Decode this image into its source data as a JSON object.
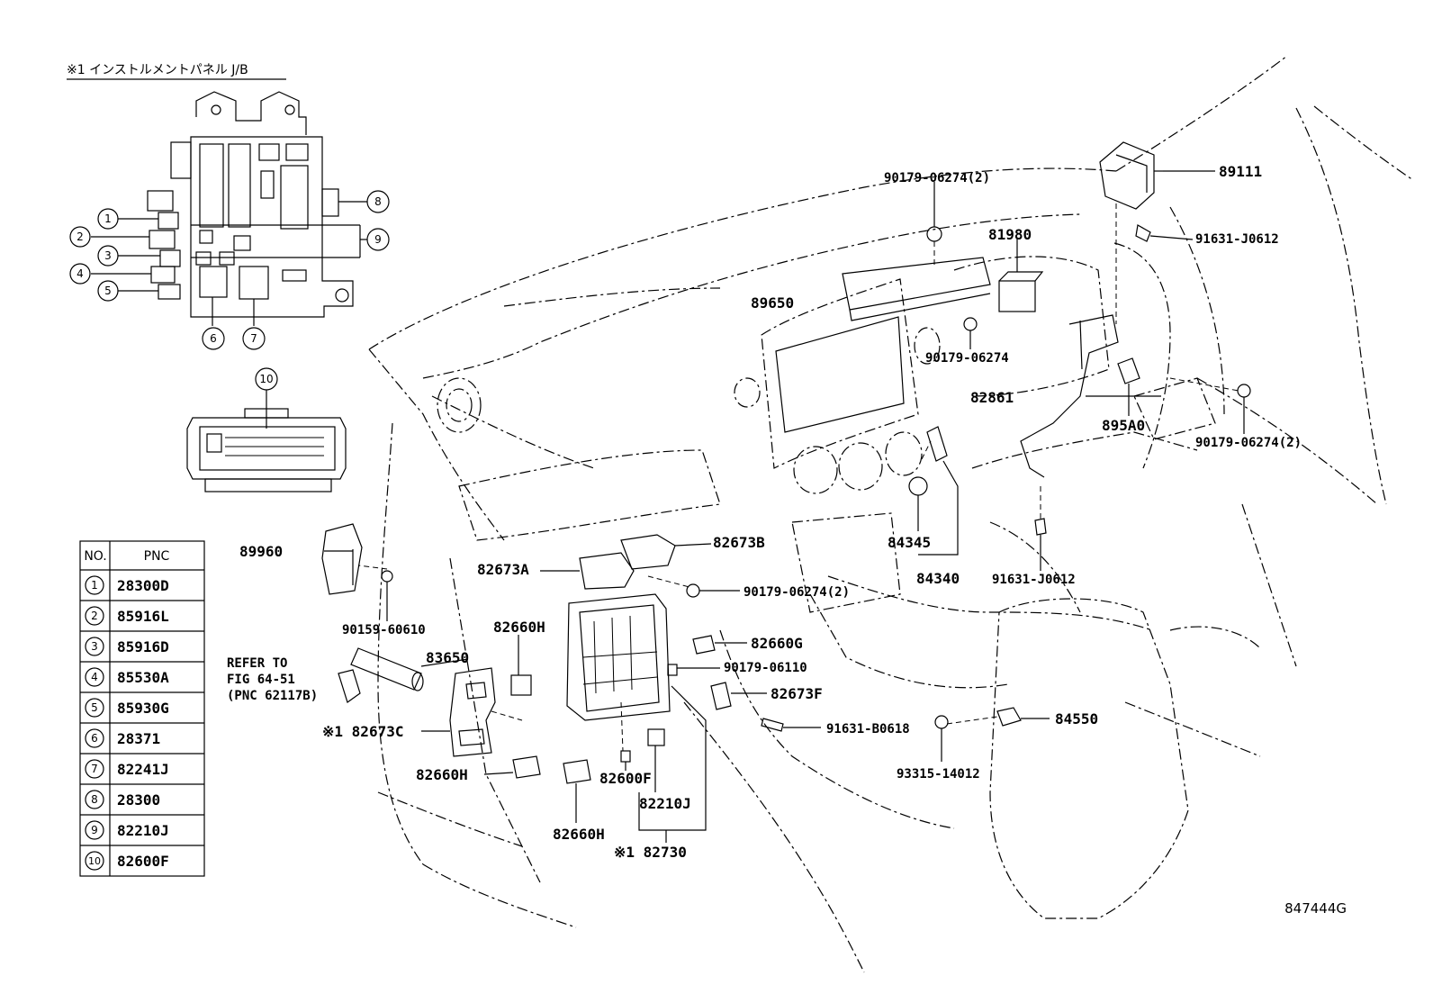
{
  "inset_title": "※1 インストルメントパネル J/B",
  "inset_callouts": [
    "1",
    "2",
    "3",
    "4",
    "5",
    "6",
    "7",
    "8",
    "9",
    "10"
  ],
  "table": {
    "headers": [
      "NO.",
      "PNC"
    ],
    "rows": [
      {
        "no": "1",
        "pnc": "28300D"
      },
      {
        "no": "2",
        "pnc": "85916L"
      },
      {
        "no": "3",
        "pnc": "85916D"
      },
      {
        "no": "4",
        "pnc": "85530A"
      },
      {
        "no": "5",
        "pnc": "85930G"
      },
      {
        "no": "6",
        "pnc": "28371"
      },
      {
        "no": "7",
        "pnc": "82241J"
      },
      {
        "no": "8",
        "pnc": "28300"
      },
      {
        "no": "9",
        "pnc": "82210J"
      },
      {
        "no": "10",
        "pnc": "82600F"
      }
    ]
  },
  "labels": {
    "p89111": "89111",
    "p90179_06274_2_top": "90179-06274(2)",
    "p91631_J0612_top": "91631-J0612",
    "p81980": "81980",
    "p89650": "89650",
    "p90179_06274_mid": "90179-06274",
    "p82861": "82861",
    "p895A0": "895A0",
    "p90179_06274_2_right": "90179-06274(2)",
    "p84345": "84345",
    "p84340": "84340",
    "p91631_J0612_mid": "91631-J0612",
    "p89960": "89960",
    "p82673B": "82673B",
    "p82673A": "82673A",
    "p90179_06274_2_low": "90179-06274(2)",
    "p90159_60610": "90159-60610",
    "p82660H_top": "82660H",
    "p83650": "83650",
    "p82660G": "82660G",
    "p90179_06110": "90179-06110",
    "p82673F": "82673F",
    "refer1": "REFER TO",
    "refer2": "FIG 64-51",
    "refer3": "(PNC 62117B)",
    "p82673C": "※1 82673C",
    "p91631_B0618": "91631-B0618",
    "p84550": "84550",
    "p93315_14012": "93315-14012",
    "p82660H_left": "82660H",
    "p82600F": "82600F",
    "p82210J": "82210J",
    "p82660H_bottom": "82660H",
    "p82730": "※1 82730",
    "figure_code": "847444G"
  }
}
